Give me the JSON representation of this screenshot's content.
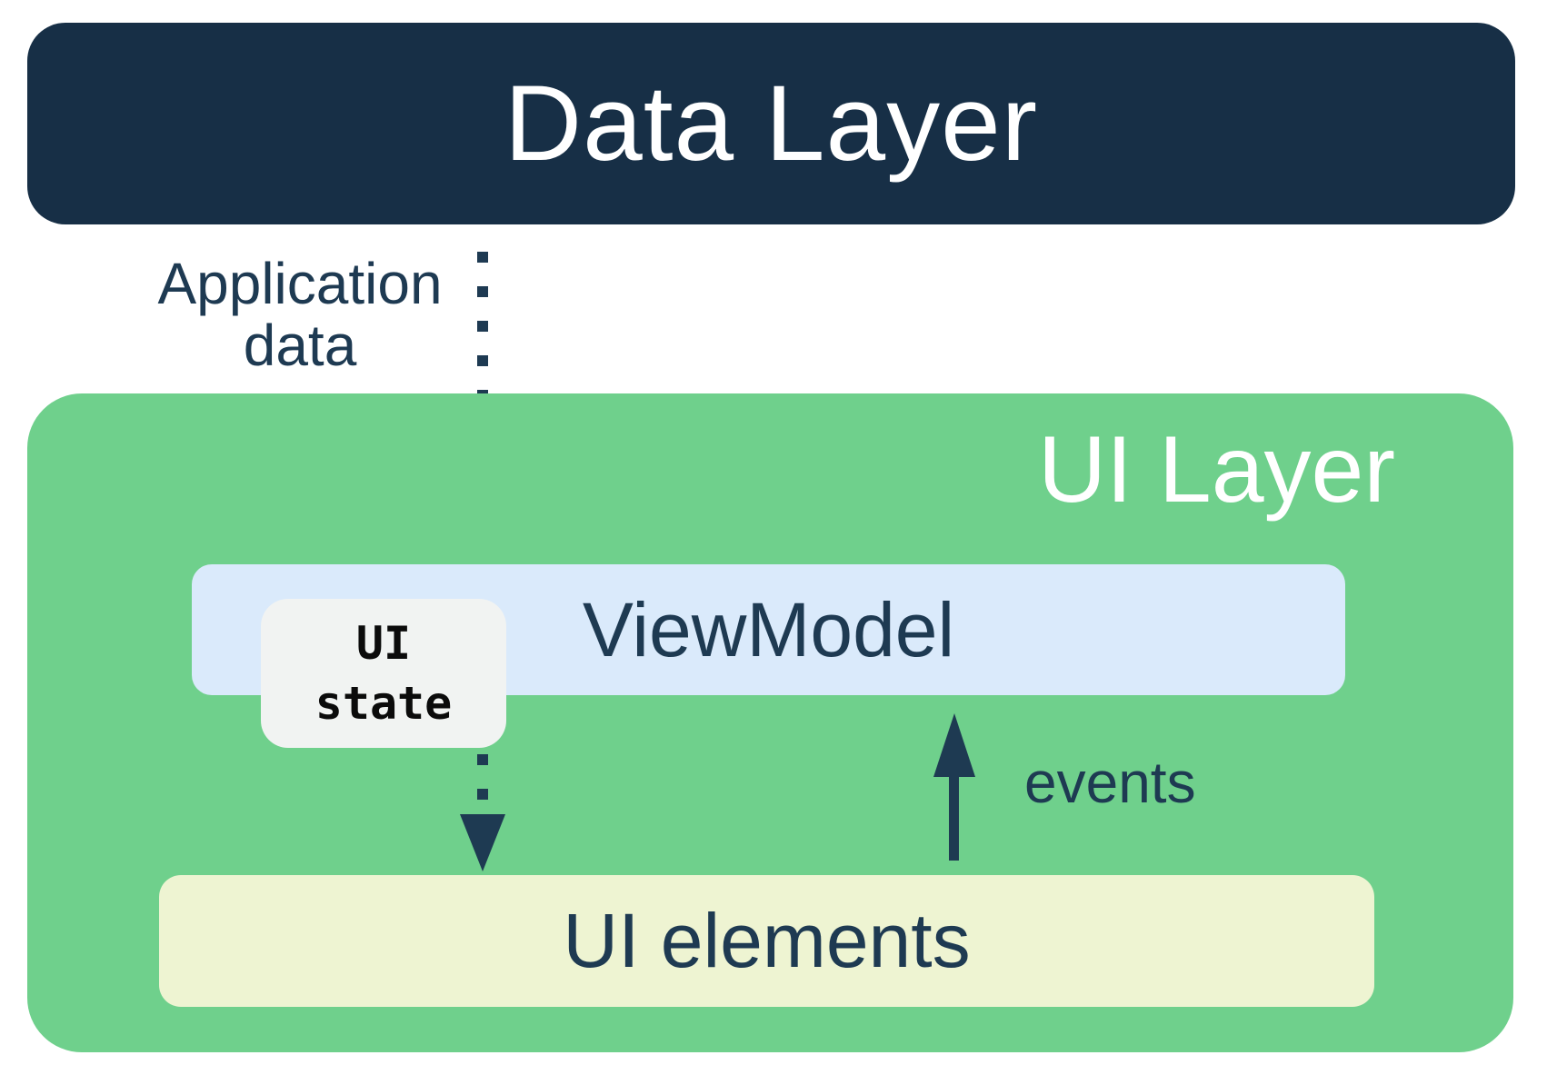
{
  "colors": {
    "navy-box": "#172F46",
    "navy-text": "#1E3A52",
    "green": "#6FD08C",
    "light-blue": "#DAEAFB",
    "pale-yellow": "#EEF4D2",
    "state-gray": "#F1F3F2",
    "white-text": "#FFFFFF"
  },
  "diagram": {
    "data_layer": {
      "label": "Data Layer"
    },
    "application_data": {
      "line1": "Application",
      "line2": "data"
    },
    "ui_layer": {
      "label": "UI Layer"
    },
    "viewmodel": {
      "label": "ViewModel"
    },
    "ui_state": {
      "line1": "UI",
      "line2": "state"
    },
    "events": {
      "label": "events"
    },
    "ui_elements": {
      "label": "UI elements"
    }
  }
}
